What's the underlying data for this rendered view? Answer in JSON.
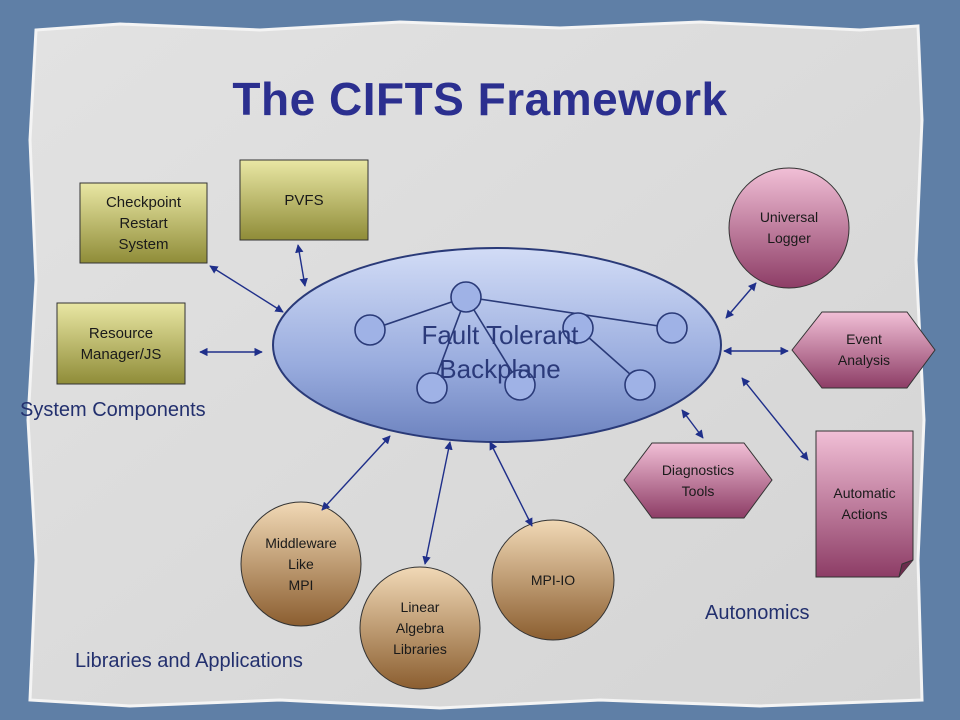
{
  "title": "The CIFTS Framework",
  "backplane": {
    "label": "Fault Tolerant\nBackplane"
  },
  "components": {
    "checkpoint": "Checkpoint\nRestart\nSystem",
    "pvfs": "PVFS",
    "resource_manager": "Resource\nManager/JS",
    "universal_logger": "Universal\nLogger",
    "event_analysis": "Event\nAnalysis",
    "diagnostics": "Diagnostics\nTools",
    "automatic_actions": "Automatic\nActions",
    "middleware": "Middleware\nLike\nMPI",
    "linear_algebra": "Linear\nAlgebra\nLibraries",
    "mpi_io": "MPI-IO"
  },
  "groups": {
    "system_components": "System Components",
    "libraries": "Libraries and Applications",
    "autonomics": "Autonomics"
  },
  "colors": {
    "title": "#2b2f8f",
    "paper": "#dedede",
    "olive_box": "#c9c468",
    "pink_node": "#c96b92",
    "tan_node": "#b8895a",
    "backplane": "#8ea4d6",
    "arrow": "#1f2f8a"
  }
}
